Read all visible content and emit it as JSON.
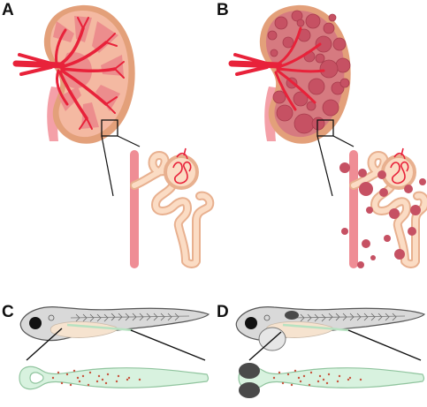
{
  "panels": {
    "a": {
      "label": "A"
    },
    "b": {
      "label": "B"
    },
    "c": {
      "label": "C"
    },
    "d": {
      "label": "D"
    }
  },
  "colors": {
    "kidney_capsule": "#e3a07a",
    "kidney_cortex": "#f4b9a2",
    "kidney_pyramid": "#ec8d8d",
    "renal_artery": "#e8223a",
    "ureter": "#f4a0a8",
    "nephron_tubule": "#f6c3a3",
    "collecting_duct": "#ef8d95",
    "cyst": "#c65163",
    "fish_body": "#d9d9d9",
    "fish_outline": "#555555",
    "pronephros": "#d8f2df",
    "pronephros_outline": "#90c49e",
    "red_dots": "#c8553f",
    "dark_cyst": "#4a4a4a"
  }
}
